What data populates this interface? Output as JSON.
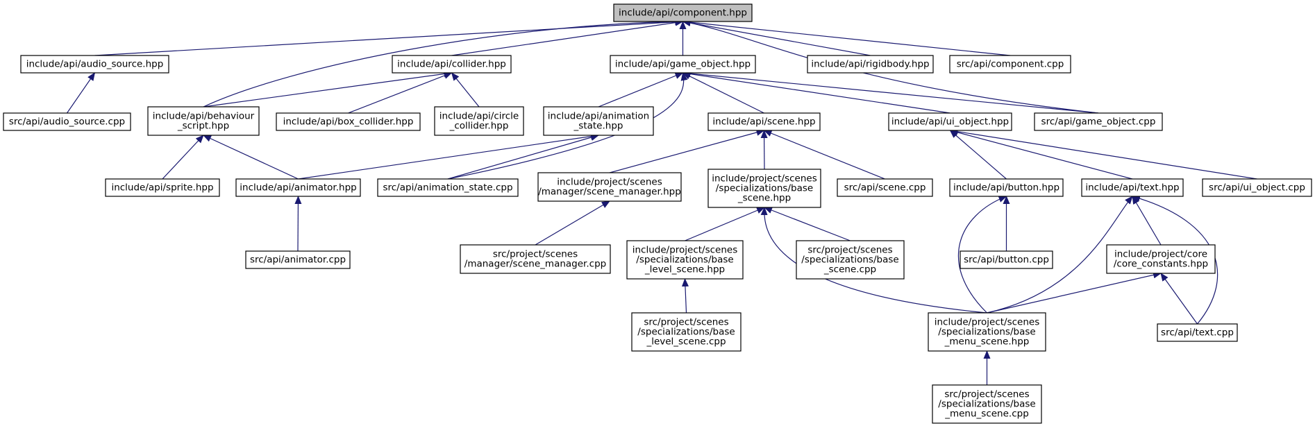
{
  "colors": {
    "edge": "#191970",
    "node_border": "#000000",
    "root_fill": "#bfbfbf",
    "node_fill": "#ffffff",
    "background": "#ffffff"
  },
  "nodes": [
    {
      "id": "component_hpp",
      "lines": [
        "include/api/component.hpp"
      ],
      "root": true
    },
    {
      "id": "audio_source_hpp",
      "lines": [
        "include/api/audio_source.hpp"
      ]
    },
    {
      "id": "collider_hpp",
      "lines": [
        "include/api/collider.hpp"
      ]
    },
    {
      "id": "game_object_hpp",
      "lines": [
        "include/api/game_object.hpp"
      ]
    },
    {
      "id": "rigidbody_hpp",
      "lines": [
        "include/api/rigidbody.hpp"
      ]
    },
    {
      "id": "component_cpp",
      "lines": [
        "src/api/component.cpp"
      ]
    },
    {
      "id": "audio_source_cpp",
      "lines": [
        "src/api/audio_source.cpp"
      ]
    },
    {
      "id": "behaviour_script_hpp",
      "lines": [
        "include/api/behaviour",
        "_script.hpp"
      ]
    },
    {
      "id": "box_collider_hpp",
      "lines": [
        "include/api/box_collider.hpp"
      ]
    },
    {
      "id": "circle_collider_hpp",
      "lines": [
        "include/api/circle",
        "_collider.hpp"
      ]
    },
    {
      "id": "animation_state_hpp",
      "lines": [
        "include/api/animation",
        "_state.hpp"
      ]
    },
    {
      "id": "scene_hpp",
      "lines": [
        "include/api/scene.hpp"
      ]
    },
    {
      "id": "ui_object_hpp",
      "lines": [
        "include/api/ui_object.hpp"
      ]
    },
    {
      "id": "game_object_cpp",
      "lines": [
        "src/api/game_object.cpp"
      ]
    },
    {
      "id": "sprite_hpp",
      "lines": [
        "include/api/sprite.hpp"
      ]
    },
    {
      "id": "animator_hpp",
      "lines": [
        "include/api/animator.hpp"
      ]
    },
    {
      "id": "animation_state_cpp",
      "lines": [
        "src/api/animation_state.cpp"
      ]
    },
    {
      "id": "scene_manager_hpp",
      "lines": [
        "include/project/scenes",
        "/manager/scene_manager.hpp"
      ]
    },
    {
      "id": "base_scene_hpp",
      "lines": [
        "include/project/scenes",
        "/specializations/base",
        "_scene.hpp"
      ]
    },
    {
      "id": "scene_cpp",
      "lines": [
        "src/api/scene.cpp"
      ]
    },
    {
      "id": "button_hpp",
      "lines": [
        "include/api/button.hpp"
      ]
    },
    {
      "id": "text_hpp",
      "lines": [
        "include/api/text.hpp"
      ]
    },
    {
      "id": "ui_object_cpp",
      "lines": [
        "src/api/ui_object.cpp"
      ]
    },
    {
      "id": "animator_cpp",
      "lines": [
        "src/api/animator.cpp"
      ]
    },
    {
      "id": "scene_manager_cpp",
      "lines": [
        "src/project/scenes",
        "/manager/scene_manager.cpp"
      ]
    },
    {
      "id": "base_level_scene_hpp",
      "lines": [
        "include/project/scenes",
        "/specializations/base",
        "_level_scene.hpp"
      ]
    },
    {
      "id": "base_scene_cpp",
      "lines": [
        "src/project/scenes",
        "/specializations/base",
        "_scene.cpp"
      ]
    },
    {
      "id": "button_cpp",
      "lines": [
        "src/api/button.cpp"
      ]
    },
    {
      "id": "core_constants_hpp",
      "lines": [
        "include/project/core",
        "/core_constants.hpp"
      ]
    },
    {
      "id": "base_level_scene_cpp",
      "lines": [
        "src/project/scenes",
        "/specializations/base",
        "_level_scene.cpp"
      ]
    },
    {
      "id": "base_menu_scene_hpp",
      "lines": [
        "include/project/scenes",
        "/specializations/base",
        "_menu_scene.hpp"
      ]
    },
    {
      "id": "text_cpp",
      "lines": [
        "src/api/text.cpp"
      ]
    },
    {
      "id": "base_menu_scene_cpp",
      "lines": [
        "src/project/scenes",
        "/specializations/base",
        "_menu_scene.cpp"
      ]
    }
  ],
  "edges": [
    {
      "from": "audio_source_hpp",
      "to": "component_hpp"
    },
    {
      "from": "collider_hpp",
      "to": "component_hpp"
    },
    {
      "from": "game_object_hpp",
      "to": "component_hpp"
    },
    {
      "from": "rigidbody_hpp",
      "to": "component_hpp"
    },
    {
      "from": "component_cpp",
      "to": "component_hpp"
    },
    {
      "from": "behaviour_script_hpp",
      "to": "component_hpp"
    },
    {
      "from": "game_object_cpp",
      "to": "component_hpp"
    },
    {
      "from": "audio_source_cpp",
      "to": "audio_source_hpp"
    },
    {
      "from": "behaviour_script_hpp",
      "to": "collider_hpp"
    },
    {
      "from": "box_collider_hpp",
      "to": "collider_hpp"
    },
    {
      "from": "circle_collider_hpp",
      "to": "collider_hpp"
    },
    {
      "from": "animation_state_hpp",
      "to": "game_object_hpp"
    },
    {
      "from": "scene_hpp",
      "to": "game_object_hpp"
    },
    {
      "from": "ui_object_hpp",
      "to": "game_object_hpp"
    },
    {
      "from": "game_object_cpp",
      "to": "game_object_hpp"
    },
    {
      "from": "animation_state_cpp",
      "to": "game_object_hpp"
    },
    {
      "from": "sprite_hpp",
      "to": "behaviour_script_hpp"
    },
    {
      "from": "animator_hpp",
      "to": "behaviour_script_hpp"
    },
    {
      "from": "animator_hpp",
      "to": "animation_state_hpp"
    },
    {
      "from": "animation_state_cpp",
      "to": "animation_state_hpp"
    },
    {
      "from": "animator_cpp",
      "to": "animator_hpp"
    },
    {
      "from": "scene_manager_hpp",
      "to": "scene_hpp"
    },
    {
      "from": "base_scene_hpp",
      "to": "scene_hpp"
    },
    {
      "from": "scene_cpp",
      "to": "scene_hpp"
    },
    {
      "from": "scene_manager_cpp",
      "to": "scene_manager_hpp"
    },
    {
      "from": "base_level_scene_hpp",
      "to": "base_scene_hpp"
    },
    {
      "from": "base_scene_cpp",
      "to": "base_scene_hpp"
    },
    {
      "from": "base_menu_scene_hpp",
      "to": "base_scene_hpp"
    },
    {
      "from": "base_level_scene_cpp",
      "to": "base_level_scene_hpp"
    },
    {
      "from": "button_hpp",
      "to": "ui_object_hpp"
    },
    {
      "from": "text_hpp",
      "to": "ui_object_hpp"
    },
    {
      "from": "ui_object_cpp",
      "to": "ui_object_hpp"
    },
    {
      "from": "button_cpp",
      "to": "button_hpp"
    },
    {
      "from": "base_menu_scene_hpp",
      "to": "button_hpp"
    },
    {
      "from": "core_constants_hpp",
      "to": "text_hpp"
    },
    {
      "from": "base_menu_scene_hpp",
      "to": "text_hpp"
    },
    {
      "from": "text_cpp",
      "to": "text_hpp"
    },
    {
      "from": "base_menu_scene_hpp",
      "to": "core_constants_hpp"
    },
    {
      "from": "text_cpp",
      "to": "core_constants_hpp"
    },
    {
      "from": "base_menu_scene_cpp",
      "to": "base_menu_scene_hpp"
    }
  ]
}
